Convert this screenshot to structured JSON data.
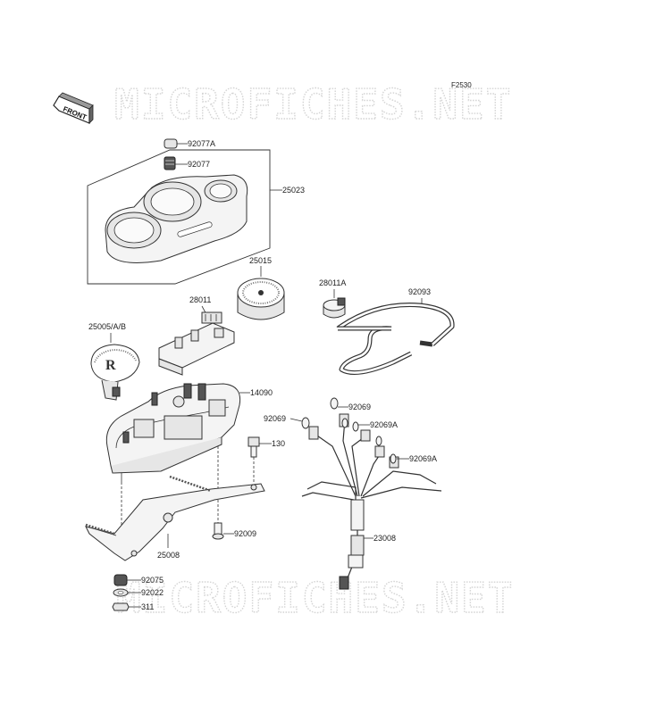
{
  "diagram": {
    "code": "F2530",
    "front_label": "FRONT",
    "watermark_top": "MICROFICHES.NET",
    "watermark_bottom": "MICROFICHES.NET",
    "parts": {
      "p92077A": "92077A",
      "p92077": "92077",
      "p25023": "25023",
      "p25015": "25015",
      "p28011": "28011",
      "p28011A": "28011A",
      "p92093": "92093",
      "p25005": "25005/A/B",
      "p14090": "14090",
      "p92069a": "92069",
      "p92069b": "92069",
      "p92069A1": "92069A",
      "p92069A2": "92069A",
      "p130": "130",
      "p92009": "92009",
      "p25008": "25008",
      "p23008": "23008",
      "p92075": "92075",
      "p92022": "92022",
      "p311": "311"
    }
  }
}
